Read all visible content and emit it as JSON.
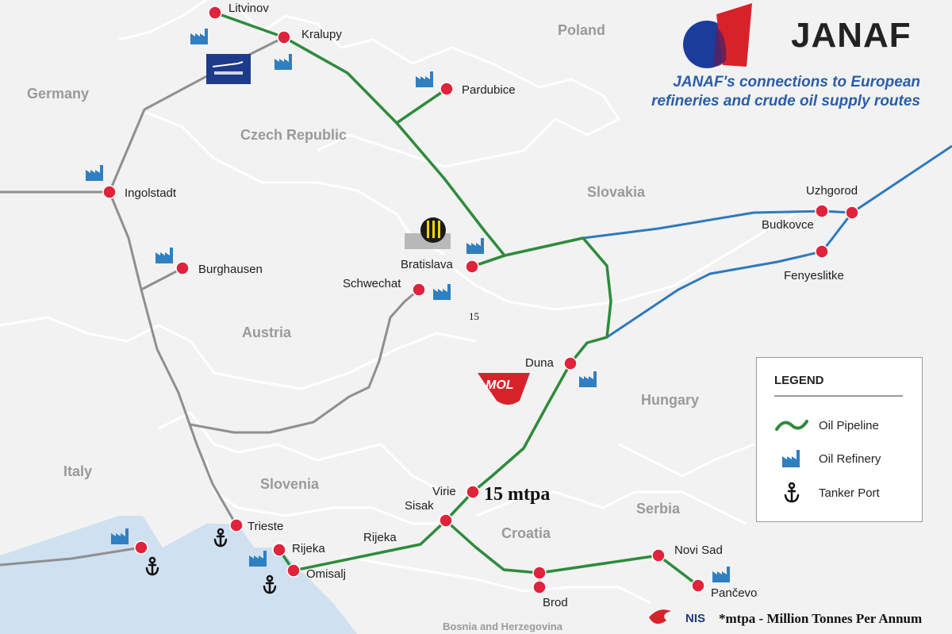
{
  "brand": {
    "name": "JANAF",
    "subtitle_line1": "JANAF's connections to European",
    "subtitle_line2": "refineries and crude oil supply routes",
    "colors": {
      "blue": "#1c3d9c",
      "red": "#d8222a"
    }
  },
  "countries": [
    "Poland",
    "Germany",
    "Czech Republic",
    "Slovakia",
    "Austria",
    "Hungary",
    "Italy",
    "Slovenia",
    "Croatia",
    "Serbia",
    "Bosnia and Herzegovina"
  ],
  "cities": [
    "Litvinov",
    "Kralupy",
    "Pardubice",
    "Ingolstadt",
    "Burghausen",
    "Bratislava",
    "Schwechat",
    "Uzhgorod",
    "Budkovce",
    "Fenyeslitke",
    "Duna",
    "Virie",
    "Sisak",
    "Rijeka",
    "Trieste",
    "Omisalj",
    "Brod",
    "Novi Sad",
    "Pančevo"
  ],
  "route_labels": {
    "rijeka_segment": "Rijeka",
    "bratislava_note": "15"
  },
  "capacity_label": "15 mtpa",
  "company_logos": {
    "mol": "MOL",
    "nis": "NIS",
    "unipetrol_icon": "unipetrol-logo-icon",
    "slovnaft_icon": "slovnaft-logo-icon"
  },
  "legend": {
    "title": "LEGEND",
    "items": [
      {
        "label": "Oil Pipeline",
        "icon": "pipeline-icon",
        "color": "#2e8b3c"
      },
      {
        "label": "Oil Refinery",
        "icon": "refinery-icon",
        "color": "#2f7fc1"
      },
      {
        "label": "Tanker Port",
        "icon": "anchor-icon",
        "color": "#111111"
      }
    ]
  },
  "footnote": "*mtpa - Million Tonnes Per Annum",
  "pipeline_colors": {
    "janaf": "#2e8b3c",
    "druzhba": "#2f79bd",
    "other": "#8f8f8f"
  }
}
